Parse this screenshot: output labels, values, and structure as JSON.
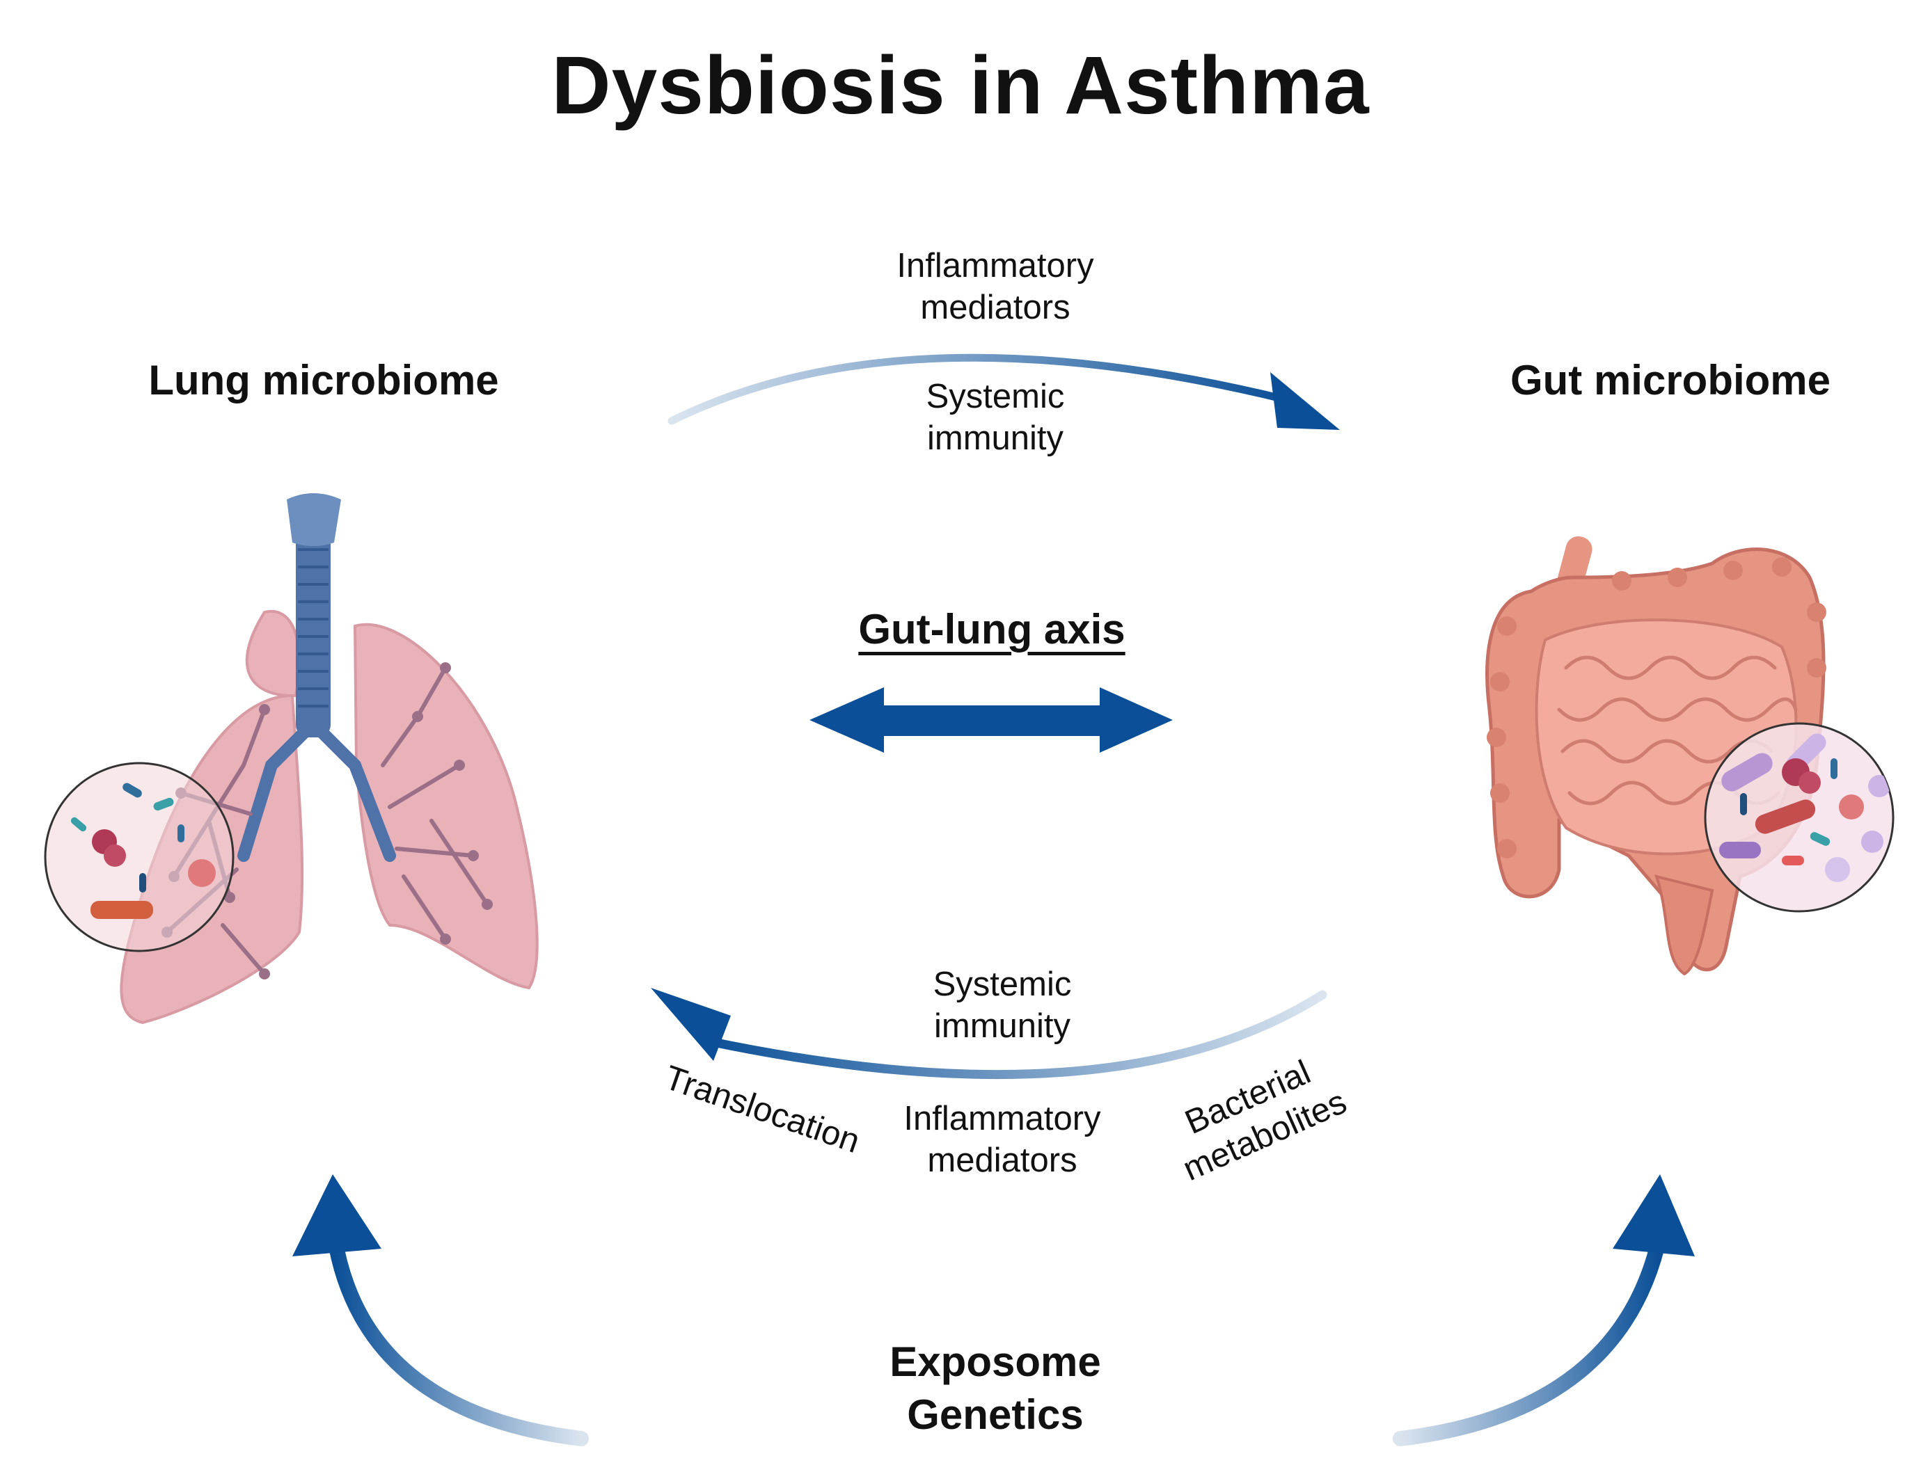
{
  "title": "Dysbiosis in Asthma",
  "left_heading": "Lung microbiome",
  "right_heading": "Gut microbiome",
  "axis_label": "Gut-lung axis",
  "top_arrow": {
    "above_1": "Inflammatory",
    "above_2": "mediators",
    "below_1": "Systemic",
    "below_2": "immunity"
  },
  "bottom_arrow": {
    "above_1": "Systemic",
    "above_2": "immunity",
    "left_label": "Translocation",
    "mid_1": "Inflammatory",
    "mid_2": "mediators",
    "right_1": "Bacterial",
    "right_2": "metabolites"
  },
  "bottom_center": {
    "line_1": "Exposome",
    "line_2": "Genetics"
  },
  "colors": {
    "arrow_blue": "#0a4f97",
    "lung_pink": "#e9b1b8",
    "lung_airway": "#9a6f87",
    "trachea_blue": "#4f72a8",
    "gut_pink": "#e59582",
    "gut_dark": "#c86f63"
  },
  "icons": [
    "lungs-illustration",
    "intestine-illustration",
    "microbe-inset"
  ]
}
